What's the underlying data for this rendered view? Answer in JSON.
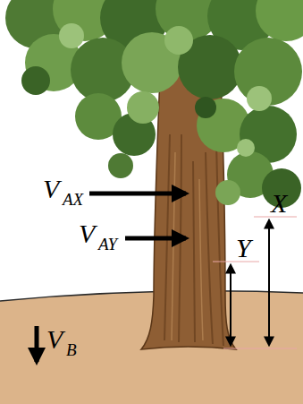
{
  "diagram": {
    "labels": [
      "V",
      "AX",
      "V",
      "AY",
      "V",
      "B",
      "X",
      "Y"
    ]
  }
}
